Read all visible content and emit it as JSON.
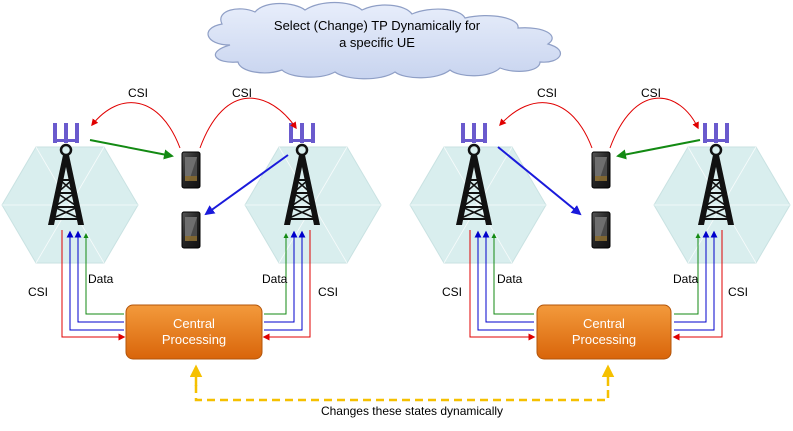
{
  "title": {
    "line1": "Select (Change)  TP Dynamically for",
    "line2": "a specific UE"
  },
  "left_scenario": {
    "csi_label_left": "CSI",
    "csi_label_right": "CSI",
    "link_csi_left": "CSI",
    "link_data_left": "Data",
    "link_data_right": "Data",
    "link_csi_right": "CSI",
    "central_processing": {
      "line1": "Central",
      "line2": "Processing"
    }
  },
  "right_scenario": {
    "csi_label_left": "CSI",
    "csi_label_right": "CSI",
    "link_csi_left": "CSI",
    "link_data_left": "Data",
    "link_data_right": "Data",
    "link_csi_right": "CSI",
    "central_processing": {
      "line1": "Central",
      "line2": "Processing"
    }
  },
  "footer": {
    "caption": "Changes these states dynamically"
  },
  "colors": {
    "csi_link": "#e00000",
    "data_link": "#0000cc",
    "serving_link_green": "#138a13",
    "serving_link_blue": "#1a1adb",
    "central_processing": "#e0700a",
    "dashed_arrow": "#f5c000",
    "cell_hex": "#d9eeee",
    "cloud": "#d7e0f5"
  },
  "icons": {
    "tower": "cell-tower-icon",
    "antenna": "antenna-icon",
    "phone": "mobile-phone-icon",
    "cloud": "cloud-icon"
  }
}
